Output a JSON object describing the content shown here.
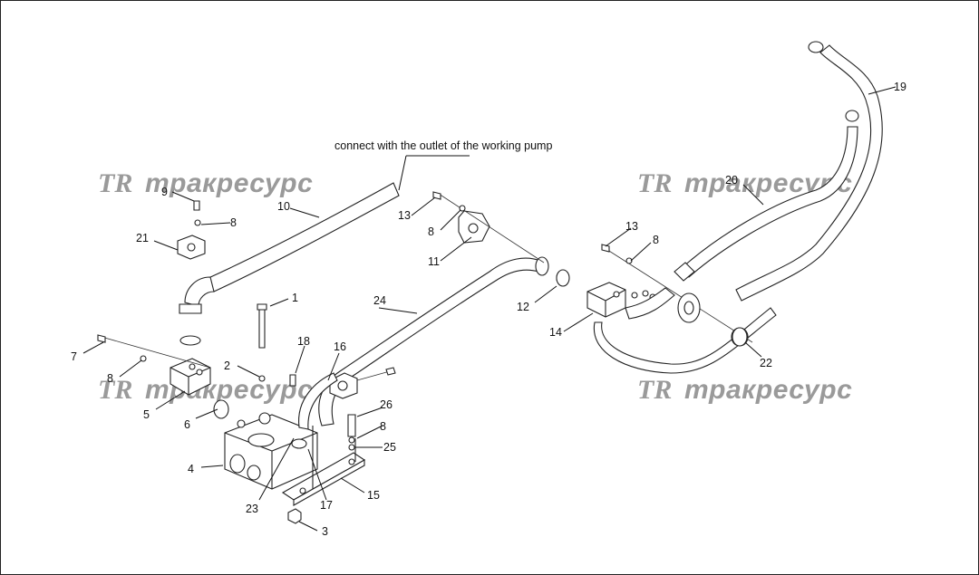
{
  "note": "connect with the outlet of the working pump",
  "watermark": {
    "logo": "TR",
    "text": "тракресурс"
  },
  "callouts": [
    "1",
    "2",
    "3",
    "4",
    "5",
    "6",
    "7",
    "8",
    "8",
    "8",
    "8",
    "8",
    "9",
    "10",
    "11",
    "12",
    "13",
    "13",
    "14",
    "15",
    "16",
    "17",
    "18",
    "19",
    "20",
    "21",
    "22",
    "23",
    "24",
    "25",
    "26"
  ]
}
